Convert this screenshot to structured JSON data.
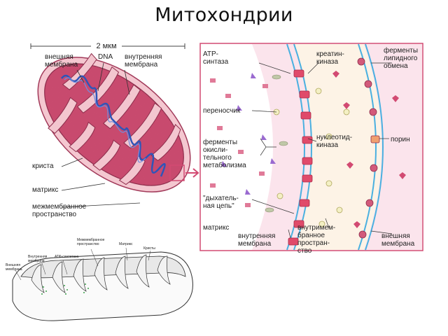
{
  "title": "Митохондрии",
  "colors": {
    "outer_membrane": "#d25a7a",
    "matrix": "#c84a6e",
    "intermembrane": "#f3c6cf",
    "dna": "#2f55b8",
    "panel_bg": "#fbe4ec",
    "membrane_blue": "#4ab0e0",
    "panel_border": "#d24a72"
  },
  "left_diagram": {
    "scale_label": "2 мкм",
    "labels": {
      "outer_membrane": "внешняя мембрана",
      "dna": "DNA",
      "inner_membrane": "внутренняя мембрана",
      "crista": "криста",
      "matrix": "матрикс",
      "intermembrane_space": "межмембранное пространство"
    }
  },
  "right_diagram": {
    "labels": {
      "atp_synthase": "АТР-синтаза",
      "creatine_kinase": "креатин-киназа",
      "lipid_enzymes": "ферменты липидного обмена",
      "carrier": "переносчик",
      "oxidative_enzymes": "ферменты окисли-тельного метаболизма",
      "nucleotide_kinase": "нуклеотид-киназа",
      "porin": "порин",
      "respiratory_chain": "\"дыхатель-ная цепь\"",
      "matrix": "матрикс",
      "inner_membrane": "внутренняя мембрана",
      "intermembrane_space": "внутримем-бранное простран-ство",
      "outer_membrane": "внешняя мембрана"
    }
  },
  "bottom_diagram": {
    "labels": {
      "outer_membrane": "Внешняя мембрана",
      "inner_membrane": "Внутренняя мембрана",
      "atp_synthase": "АТФ-синтетаза",
      "intermembrane": "Межмембранное пространство",
      "matrix": "Матрикс",
      "cristae": "Кристы"
    }
  }
}
